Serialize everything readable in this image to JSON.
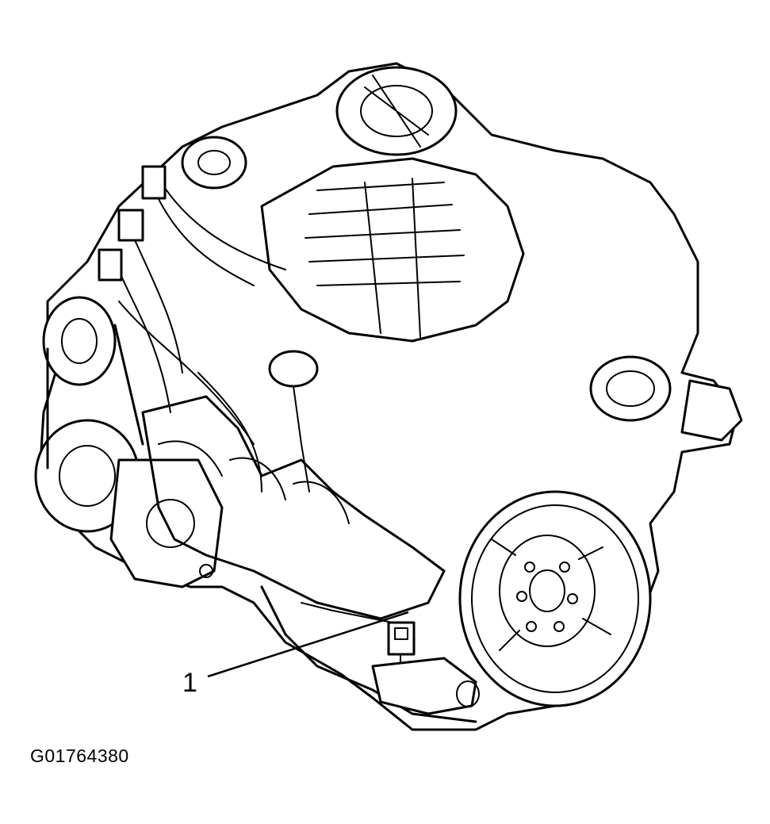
{
  "figure": {
    "callouts": [
      {
        "number": "1",
        "target": "crankshaft-position-sensor"
      }
    ],
    "figure_code": "G01764380"
  }
}
